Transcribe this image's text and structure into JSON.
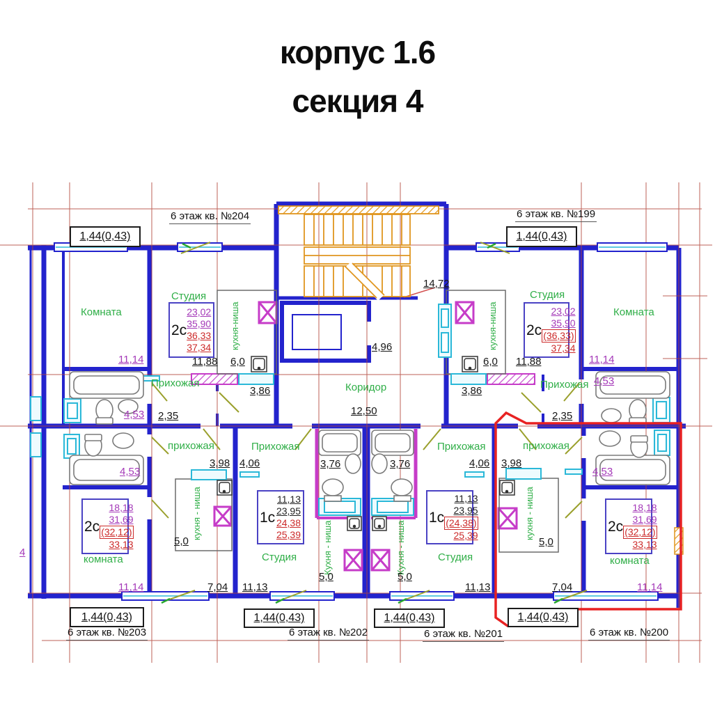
{
  "title": {
    "line1": "корпус 1.6",
    "line2": "секция 4"
  },
  "core": {
    "stairs_area": "14,72",
    "elevator_area": "4,96",
    "corridor_label": "Коридор",
    "corridor_area": "12,50",
    "vestibule_left": "3,86",
    "vestibule_right": "3,86",
    "adjacent_dim": "4"
  },
  "apartments": {
    "a204": {
      "label": "6 этаж кв. №204",
      "balcony_dim": "1,44(0,43)",
      "type": "2с",
      "areas": [
        "23,02",
        "35,90",
        "36,33",
        "37,34"
      ],
      "studio_label": "Студия",
      "kitchen_label": "кухня-ниша",
      "kitchen_area": "6,0",
      "hall_label": "Прихожая",
      "hall_area": "2,35",
      "room_label": "Комната",
      "room_area": "11,14",
      "bath_area": "4,53",
      "living_dim": "11,88"
    },
    "a199": {
      "label": "6 этаж кв. №199",
      "balcony_dim": "1,44(0,43)",
      "type": "2с",
      "areas": [
        "23,02",
        "35,90",
        "(36,33)",
        "37,34"
      ],
      "studio_label": "Студия",
      "kitchen_label": "кухня-ниша",
      "kitchen_area": "6,0",
      "hall_label": "Прихожая",
      "hall_area": "2,35",
      "room_label": "Комната",
      "room_area": "11,14",
      "bath_area": "4,53",
      "living_dim": "11,88"
    },
    "a203": {
      "label": "6 этаж кв. №203",
      "balcony_dim": "1,44(0,43)",
      "type": "2с",
      "areas": [
        "18,18",
        "31,69",
        "(32,12)",
        "33,13"
      ],
      "hall_label": "прихожая",
      "hall_area": "3,98",
      "kitchen_label": "кухня - ниша",
      "kitchen_area": "5,0",
      "room_label": "комната",
      "room_area": "11,14",
      "bath_area": "4,53",
      "loggia_dim": "7,04"
    },
    "a202": {
      "label": "6 этаж кв. №202",
      "balcony_dim": "1,44(0,43)",
      "type": "1с",
      "areas": [
        "11,13",
        "23,95",
        "24,38",
        "25,39"
      ],
      "hall_label": "Прихожая",
      "hall_area": "4,06",
      "bath_area": "3,76",
      "studio_label": "Студия",
      "studio_area": "11,13",
      "kitchen_label": "Кухня - ниша",
      "kitchen_area": "5,0"
    },
    "a201": {
      "label": "6 этаж кв. №201",
      "balcony_dim": "1,44(0,43)",
      "type": "1с",
      "areas": [
        "11,13",
        "23,95",
        "(24,38)",
        "25,39"
      ],
      "hall_label": "Прихожая",
      "hall_area": "4,06",
      "bath_area": "3,76",
      "studio_label": "Студия",
      "studio_area": "11,13",
      "kitchen_label": "Кухня - ниша",
      "kitchen_area": "5,0"
    },
    "a200": {
      "label": "6 этаж кв. №200",
      "balcony_dim": "1,44(0,43)",
      "type": "2с",
      "areas": [
        "18,18",
        "31,69",
        "(32,12)",
        "33,13"
      ],
      "hall_label": "прихожая",
      "hall_area": "3,98",
      "kitchen_label": "кухня - ниша",
      "kitchen_area": "5,0",
      "room_label": "комната",
      "room_area": "11,14",
      "bath_area": "4,53",
      "loggia_dim": "7,04"
    }
  }
}
